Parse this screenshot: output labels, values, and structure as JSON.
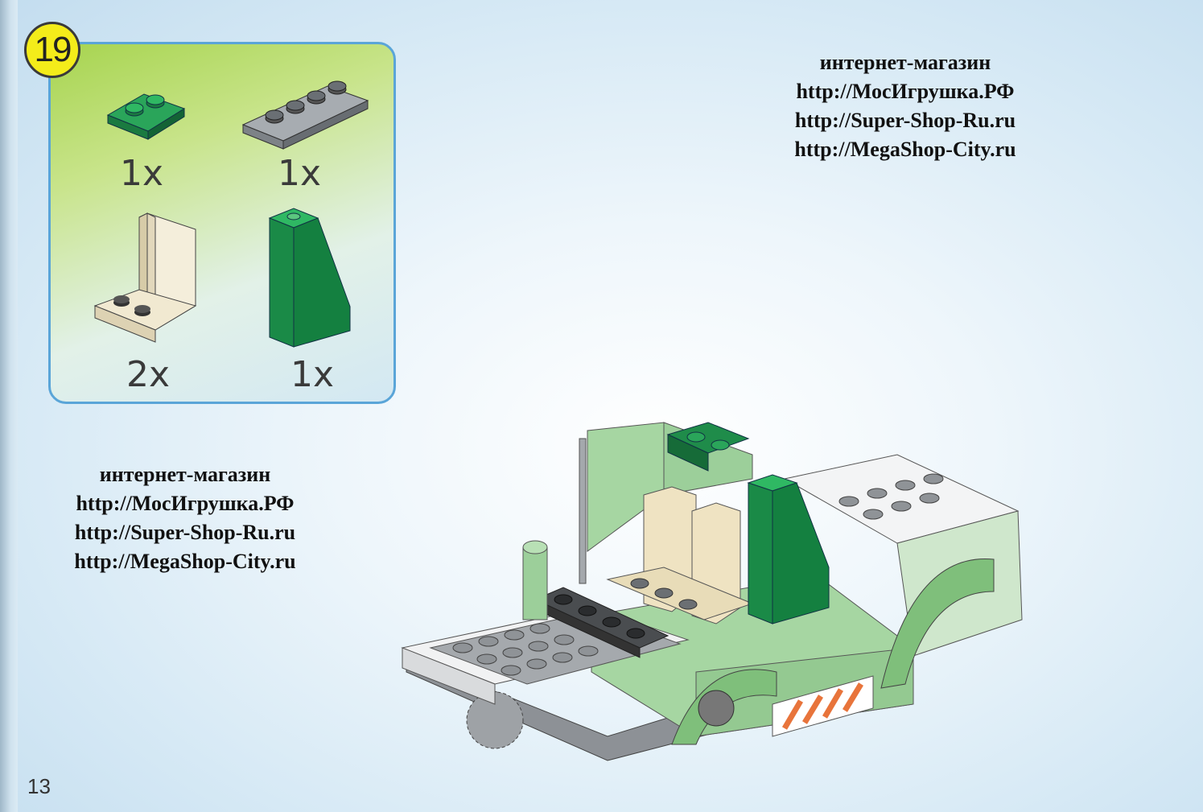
{
  "step": {
    "number": "19"
  },
  "parts": [
    {
      "name": "green 1x2 plate",
      "qty": "1x",
      "color": "#1f8c4a"
    },
    {
      "name": "gray 1x4 plate",
      "qty": "1x",
      "color": "#8a8f94"
    },
    {
      "name": "tan seat",
      "qty": "2x",
      "color": "#efe6cc"
    },
    {
      "name": "green slope brick",
      "qty": "1x",
      "color": "#1f8c4a"
    }
  ],
  "watermark_top": {
    "line1": "интернет-магазин",
    "line2": "http://МосИгрушка.РФ",
    "line3": "http://Super-Shop-Ru.ru",
    "line4": "http://MegaShop-City.ru"
  },
  "watermark_left": {
    "line1": "интернет-магазин",
    "line2": "http://МосИгрушка.РФ",
    "line3": "http://Super-Shop-Ru.ru",
    "line4": "http://MegaShop-City.ru"
  },
  "page_number": "13",
  "colors": {
    "badge": "#f4ec1a",
    "panel_border": "#5aa5d8",
    "model_green": "#9ccf9a",
    "brick_green": "#1f8c4a"
  }
}
